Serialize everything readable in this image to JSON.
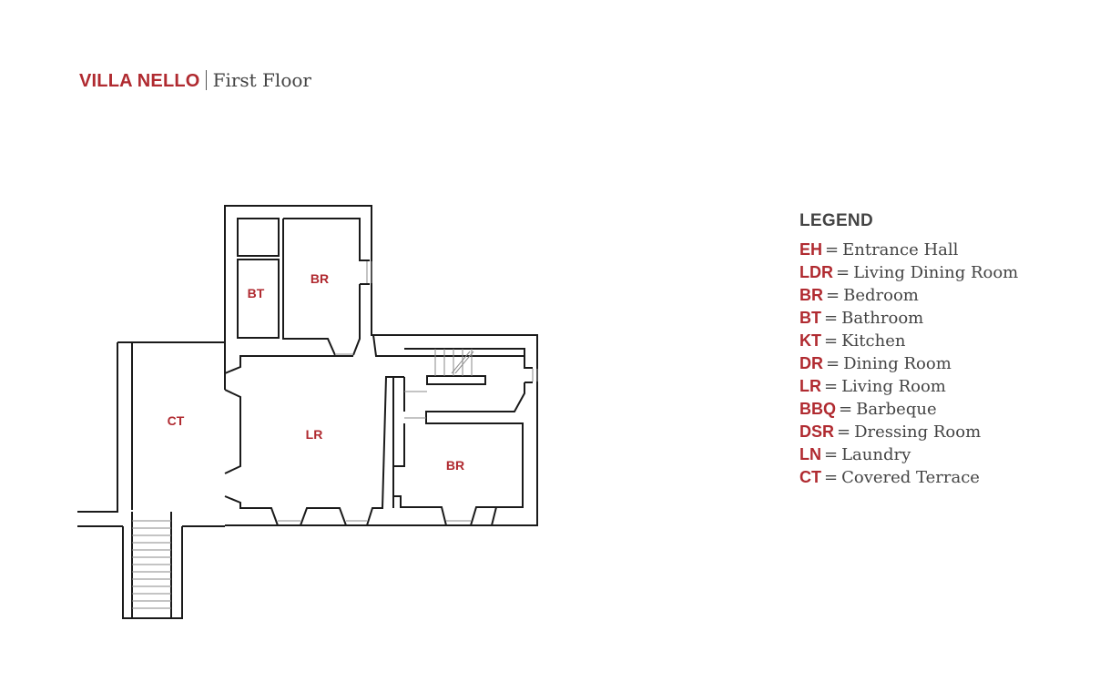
{
  "header": {
    "brand": "VILLA NELLO",
    "floor": "First Floor"
  },
  "plan": {
    "rooms": {
      "bt": "BT",
      "br_top": "BR",
      "ct": "CT",
      "lr": "LR",
      "br_right": "BR"
    }
  },
  "legend": {
    "title": "LEGEND",
    "items": [
      {
        "abbr": "EH",
        "desc": "Entrance Hall"
      },
      {
        "abbr": "LDR",
        "desc": "Living Dining Room"
      },
      {
        "abbr": "BR",
        "desc": "Bedroom"
      },
      {
        "abbr": "BT",
        "desc": "Bathroom"
      },
      {
        "abbr": "KT",
        "desc": "Kitchen"
      },
      {
        "abbr": "DR",
        "desc": "Dining Room"
      },
      {
        "abbr": "LR",
        "desc": "Living Room"
      },
      {
        "abbr": "BBQ",
        "desc": "Barbeque"
      },
      {
        "abbr": "DSR",
        "desc": "Dressing Room"
      },
      {
        "abbr": "LN",
        "desc": "Laundry"
      },
      {
        "abbr": "CT",
        "desc": "Covered Terrace"
      }
    ]
  },
  "colors": {
    "accent": "#b02a30",
    "text": "#444444",
    "wall": "#1a1a1a"
  }
}
